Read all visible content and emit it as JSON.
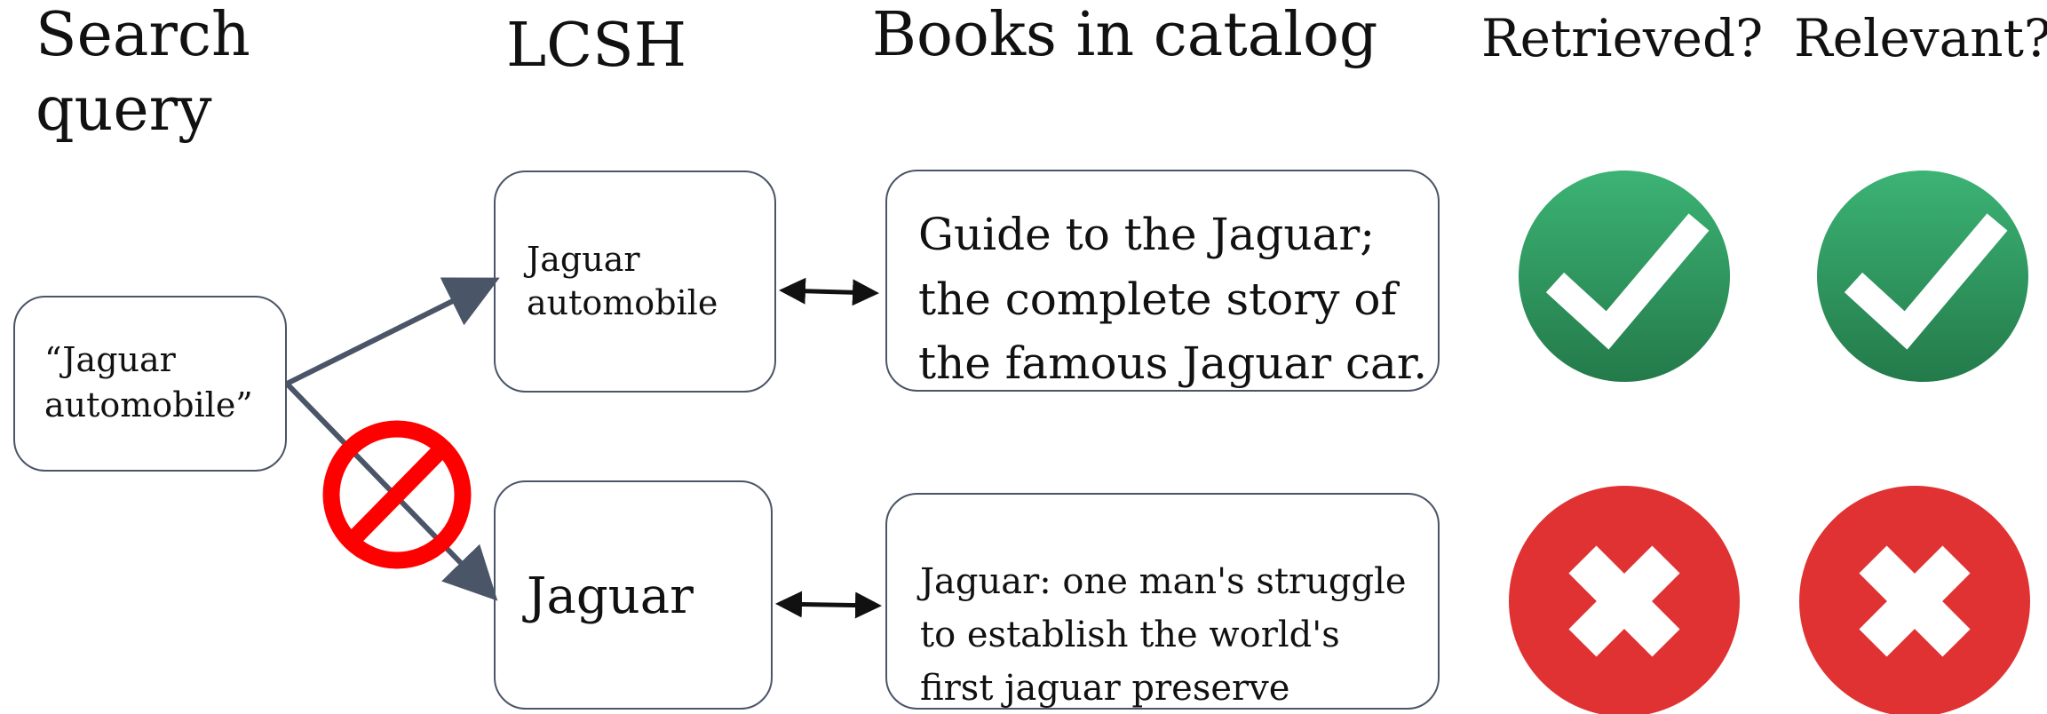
{
  "headers": {
    "search_query": [
      "Search",
      "query"
    ],
    "lcsh": "LCSH",
    "books": "Books in catalog",
    "retrieved": "Retrieved?",
    "relevant": "Relevant?"
  },
  "query_box": {
    "lines": [
      "“Jaguar",
      "automobile”"
    ]
  },
  "lcsh_boxes": [
    {
      "lines": [
        "Jaguar",
        "automobile"
      ]
    },
    {
      "lines": [
        "Jaguar"
      ]
    }
  ],
  "book_boxes": [
    {
      "lines": [
        "Guide to the Jaguar;",
        "the complete story of",
        "the famous Jaguar car."
      ]
    },
    {
      "lines": [
        "Jaguar: one man's struggle",
        "to establish the world's",
        "first jaguar preserve"
      ]
    }
  ],
  "rows": [
    {
      "retrieved": "check",
      "relevant": "check"
    },
    {
      "retrieved": "cross",
      "relevant": "cross"
    }
  ],
  "colors": {
    "check_green": "#2e9e5e",
    "cross_red": "#e03232",
    "arrow": "#4a5568",
    "prohibit_red": "#ff0000"
  }
}
